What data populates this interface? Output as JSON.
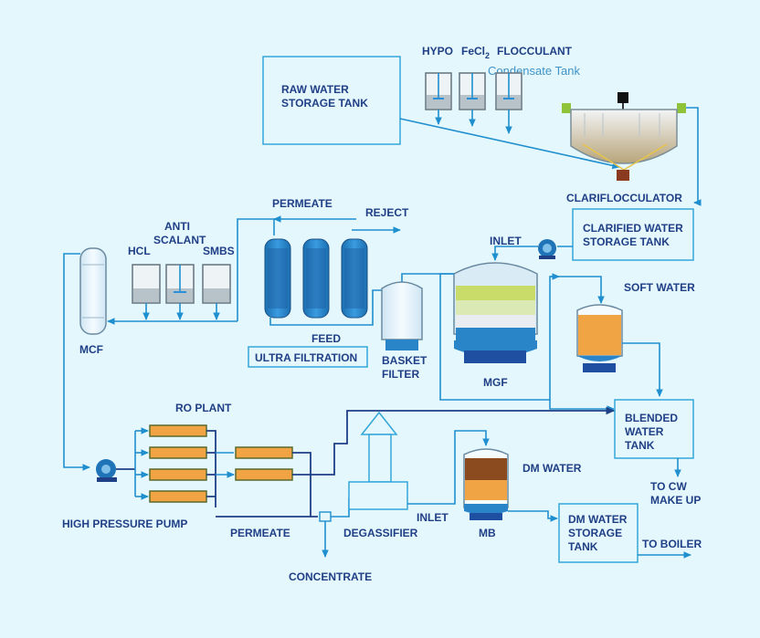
{
  "labels": {
    "hypo": "HYPO",
    "fecl2": "FeCl",
    "fecl2_sub": "2",
    "flocculant": "FLOCCULANT",
    "condensate_tank": "Condensate Tank",
    "raw_water_line1": "RAW WATER",
    "raw_water_line2": "STORAGE TANK",
    "clariflocculator": "CLARIFLOCCULATOR",
    "clarified_line1": "CLARIFIED WATER",
    "clarified_line2": "STORAGE TANK",
    "permeate_top": "PERMEATE",
    "reject": "REJECT",
    "anti": "ANTI",
    "scalant": "SCALANT",
    "hcl": "HCL",
    "smbs": "SMBS",
    "inlet_top": "INLET",
    "soft_water": "SOFT WATER",
    "mcf": "MCF",
    "feed": "FEED",
    "ultra_filtration": "ULTRA FILTRATION",
    "basket_line1": "BASKET",
    "basket_line2": "FILTER",
    "mgf": "MGF",
    "ro_plant": "RO PLANT",
    "blended_line1": "BLENDED",
    "blended_line2": "WATER",
    "blended_line3": "TANK",
    "dm_water": "DM WATER",
    "to_cw_line1": "TO CW",
    "to_cw_line2": "MAKE UP",
    "hp_pump": "HIGH PRESSURE PUMP",
    "permeate_bottom": "PERMEATE",
    "degassifier": "DEGASSIFIER",
    "inlet_bottom": "INLET",
    "mb": "MB",
    "dm_storage_line1": "DM WATER",
    "dm_storage_line2": "STORAGE",
    "dm_storage_line3": "TANK",
    "to_boiler": "TO BOILER",
    "concentrate": "CONCENTRATE"
  },
  "colors": {
    "background": "#e4f7fc",
    "label": "#1f3f86",
    "pipe": "#1f8fcf",
    "box_border": "#34a6da",
    "ro_element": "#f0a443",
    "filter_media": "#2a84c8"
  }
}
